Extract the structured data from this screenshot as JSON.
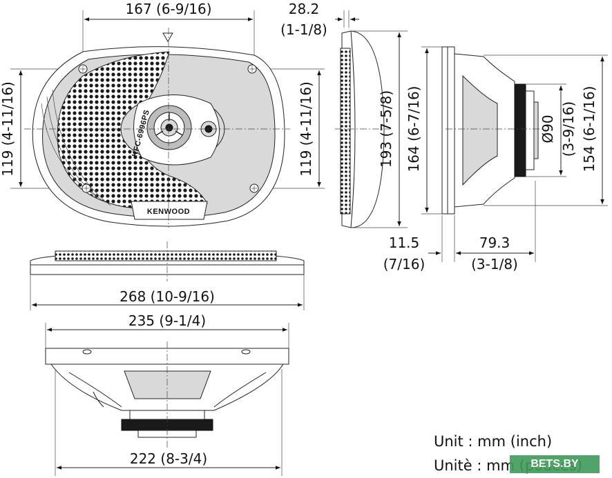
{
  "front_view": {
    "width_label": "167 (6-9/16)",
    "height_left_label": "119 (4-11/16)",
    "height_right_label": "119 (4-11/16)",
    "brand_text": "KENWOOD",
    "badge_text": "KFC-6996PS"
  },
  "side_view": {
    "depth_flange_label_top": "28.2",
    "depth_flange_label_bottom": "(1-1/8)",
    "height_label": "193 (7-5/8)"
  },
  "right_view": {
    "height_label": "164 (6-7/16)",
    "diameter_label_top": "Ø90",
    "diameter_label_bottom": "(3-9/16)",
    "outer_height_label": "154 (6-1/16)",
    "flange_label_top": "11.5",
    "flange_label_bottom": "(7/16)",
    "depth_label_top": "79.3",
    "depth_label_bottom": "(3-1/8)"
  },
  "top_view": {
    "width_label": "268 (10-9/16)"
  },
  "bottom_view": {
    "width_label": "235 (9-1/4)",
    "base_label": "222 (8-3/4)"
  },
  "unit": {
    "line1": "Unit : mm (inch)",
    "line2": "Unitè : mm (pouces)"
  },
  "watermark": "BETS.BY"
}
